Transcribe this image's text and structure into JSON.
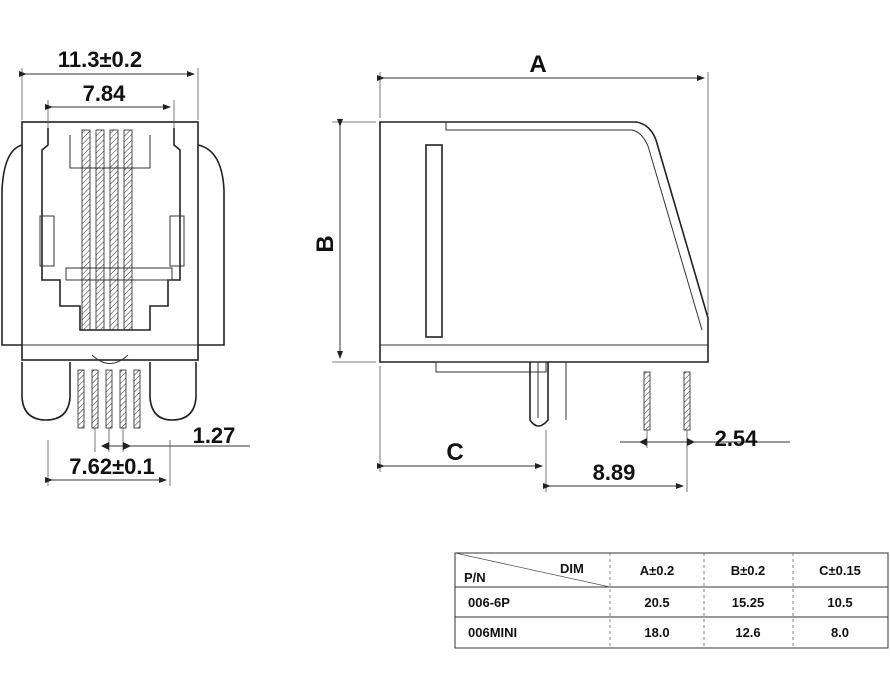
{
  "front_view": {
    "width_dim": "11.3±0.2",
    "opening_dim": "7.84",
    "pitch_dim": "1.27",
    "pin_span_dim": "7.62±0.1"
  },
  "side_view": {
    "length_label": "A",
    "height_label": "B",
    "offset_label": "C",
    "pin_spacing_dim": "2.54",
    "pin_offset_dim": "8.89"
  },
  "table": {
    "header_pn": "P/N",
    "header_dim": "DIM",
    "columns": [
      "A±0.2",
      "B±0.2",
      "C±0.15"
    ],
    "rows": [
      {
        "pn": "006-6P",
        "values": [
          "20.5",
          "15.25",
          "10.5"
        ]
      },
      {
        "pn": "006MINI",
        "values": [
          "18.0",
          "12.6",
          "8.0"
        ]
      }
    ]
  }
}
